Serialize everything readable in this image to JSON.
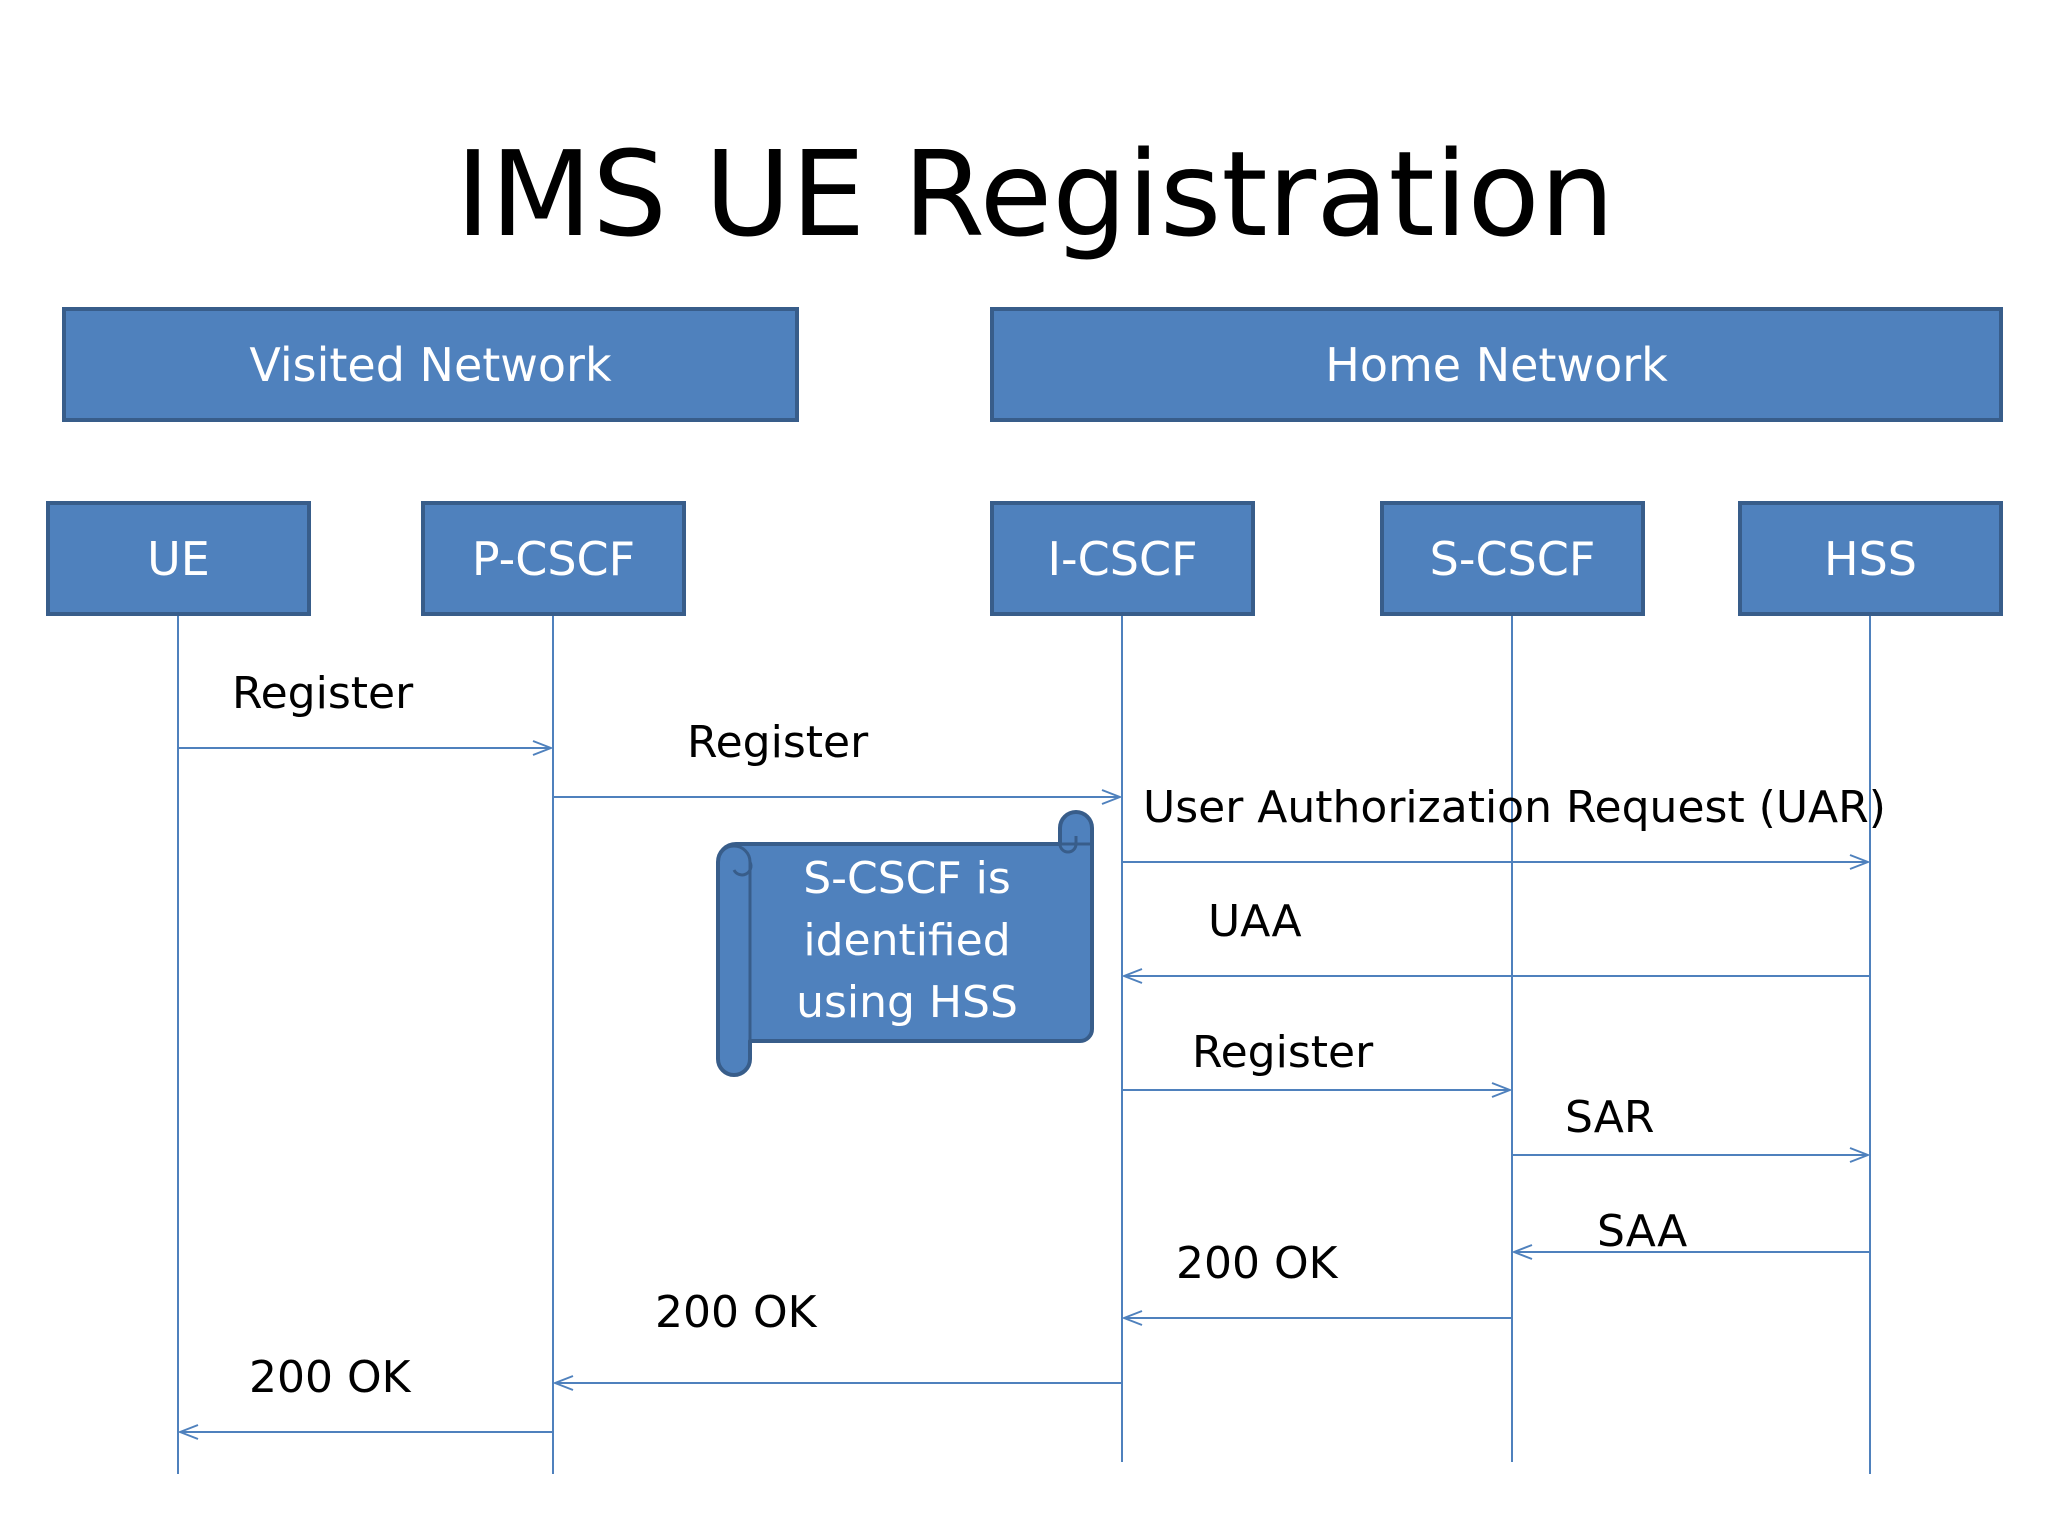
{
  "title": "IMS UE Registration",
  "groups": {
    "visited": "Visited Network",
    "home": "Home Network"
  },
  "entities": {
    "ue": "UE",
    "pcscf": "P-CSCF",
    "icscf": "I-CSCF",
    "scscf": "S-CSCF",
    "hss": "HSS"
  },
  "messages": {
    "m1": "Register",
    "m2": "Register",
    "m3": "User Authorization Request (UAR)",
    "m4": "UAA",
    "m5": "Register",
    "m6": "SAR",
    "m7": "SAA",
    "m8": "200 OK",
    "m9": "200 OK",
    "m10": "200 OK"
  },
  "note": {
    "line1": "S-CSCF is",
    "line2": "identified",
    "line3": "using HSS"
  },
  "colors": {
    "box_fill": "#4f81bd",
    "box_border": "#385d8a",
    "line": "#4f81bd"
  }
}
